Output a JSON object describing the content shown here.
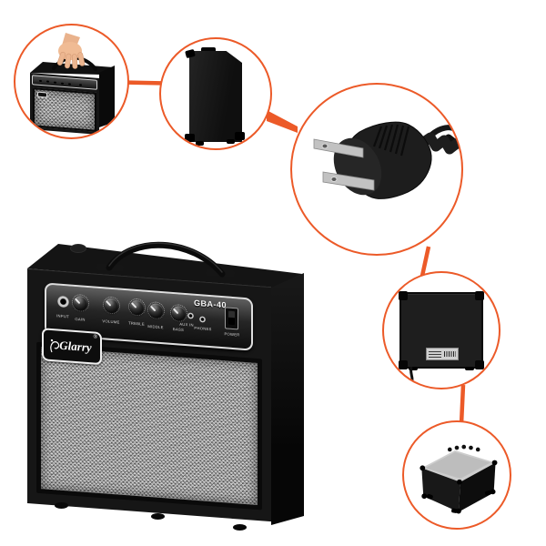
{
  "product": {
    "brand": "Glarry",
    "registered_mark": "®",
    "model": "GBA-40"
  },
  "control_panel": {
    "input_label": "INPUT",
    "knobs": [
      "GAIN",
      "VOLUME",
      "TREBLE",
      "MIDDLE",
      "BASS"
    ],
    "aux_label": "AUX IN",
    "phones_label": "PHONES",
    "power_label": "POWER",
    "model_label": "GBA-40"
  },
  "callout_views": [
    {
      "name": "carry-handle-view"
    },
    {
      "name": "side-panel-view"
    },
    {
      "name": "power-plug-view"
    },
    {
      "name": "back-panel-view"
    },
    {
      "name": "bottom-view"
    }
  ],
  "colors": {
    "accent_orange": "#ec5a28",
    "cabinet_black": "#141414",
    "grille_silver": "#9e9e9e",
    "panel_trim_white": "#dedede"
  }
}
